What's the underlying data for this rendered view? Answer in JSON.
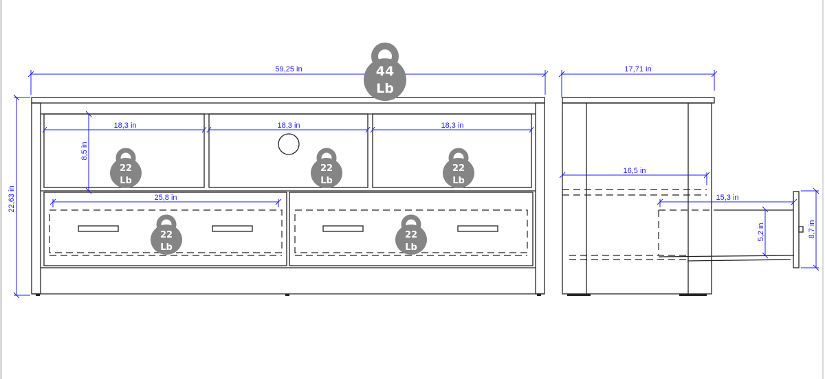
{
  "front_view": {
    "total_width": "59,25  in",
    "total_height": "22,63 in",
    "compartment_widths": [
      "18,3  in",
      "18,3  in",
      "18,3  in"
    ],
    "compartment_height": "8,5  in",
    "drawer_width": "25,8  in",
    "top_load": {
      "value": "44",
      "unit": "Lb"
    },
    "shelf_loads": [
      {
        "value": "22",
        "unit": "Lb"
      },
      {
        "value": "22",
        "unit": "Lb"
      },
      {
        "value": "22",
        "unit": "Lb"
      }
    ],
    "drawer_loads": [
      {
        "value": "22",
        "unit": "Lb"
      },
      {
        "value": "22",
        "unit": "Lb"
      }
    ]
  },
  "side_view": {
    "depth": "17,71 in",
    "inner_depth": "16,5  in",
    "drawer_depth": "15,3  in",
    "drawer_inner_height": "5,2  in",
    "drawer_front_height": "8,7  in"
  },
  "colors": {
    "dimension": "#1a1aff",
    "weight_icon": "#858585",
    "line": "#222222"
  }
}
